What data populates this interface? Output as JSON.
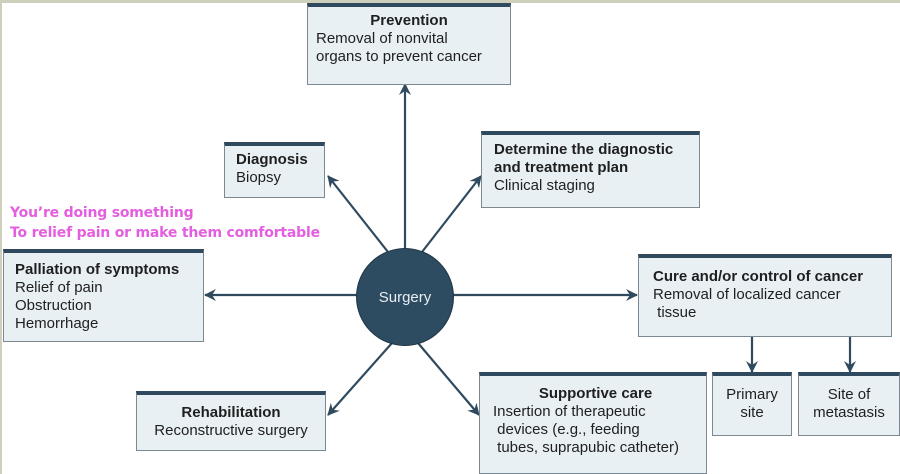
{
  "diagram": {
    "hub": {
      "label": "Surgery"
    },
    "boxes": {
      "prevention": {
        "title": "Prevention",
        "lines": [
          "Removal of nonvital",
          "organs to prevent cancer"
        ]
      },
      "diagnosis": {
        "title": "Diagnosis",
        "lines": [
          "Biopsy"
        ]
      },
      "diagnostic_plan": {
        "title": "Determine the diagnostic",
        "title2": "and treatment plan",
        "lines": [
          "Clinical staging"
        ]
      },
      "palliation": {
        "title": "Palliation of symptoms",
        "lines": [
          "Relief of pain",
          "Obstruction",
          "Hemorrhage"
        ]
      },
      "cure": {
        "title": "Cure and/or control of cancer",
        "lines": [
          "Removal of localized cancer",
          " tissue"
        ]
      },
      "primary_site": {
        "lines": [
          "Primary",
          "site"
        ]
      },
      "metastasis_site": {
        "lines": [
          "Site of",
          "metastasis"
        ]
      },
      "rehabilitation": {
        "title": "Rehabilitation",
        "lines": [
          "Reconstructive surgery"
        ]
      },
      "supportive": {
        "title": "Supportive care",
        "lines": [
          "Insertion of therapeutic",
          " devices (e.g., feeding",
          " tubes, suprapubic catheter)"
        ]
      }
    },
    "annotation": {
      "lines": [
        "You’re doing something",
        "To relief pain or make them comfortable"
      ],
      "color": "#e45ee0"
    },
    "colors": {
      "hub": "#2d4b61",
      "arrow": "#2f4a5e",
      "box_fill": "#e8f0f4",
      "box_top": "#2f4a5e",
      "frame": "#cfd0bb"
    }
  }
}
